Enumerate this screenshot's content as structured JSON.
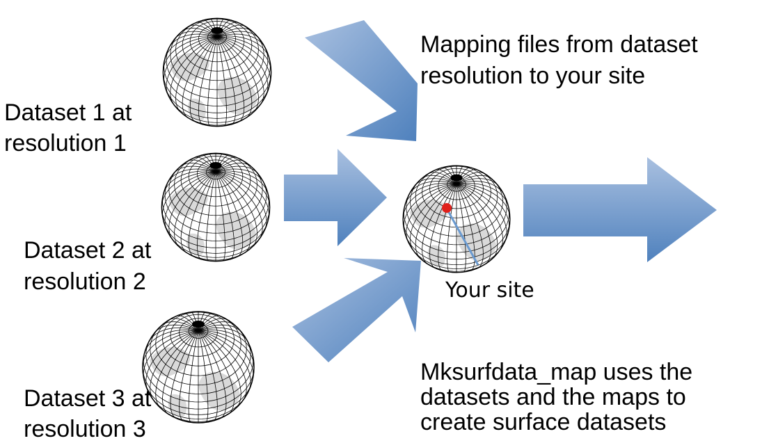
{
  "labels": {
    "dataset1_line1": "Dataset 1 at",
    "dataset1_line2": "resolution 1",
    "dataset2_line1": "Dataset 2 at",
    "dataset2_line2": "resolution 2",
    "dataset3_line1": "Dataset 3 at",
    "dataset3_line2": "resolution 3",
    "mapping_line1": "Mapping files  from dataset",
    "mapping_line2": "resolution to your  site",
    "your_site": "Your site",
    "mksurf_line1": "Mksurfdata_map uses the",
    "mksurf_line2": "datasets and the maps to",
    "mksurf_line3": "create surface datasets"
  },
  "colors": {
    "arrow_light": "#a9c0e0",
    "arrow_dark": "#4f81bd",
    "globe_shade": "#d9d9d9",
    "site_marker": "#e0201b",
    "site_pointer": "#6a9ad0"
  },
  "icons": {
    "globe": "wireframe-globe-icon",
    "arrow": "block-arrow-icon",
    "site": "red-dot-marker"
  }
}
